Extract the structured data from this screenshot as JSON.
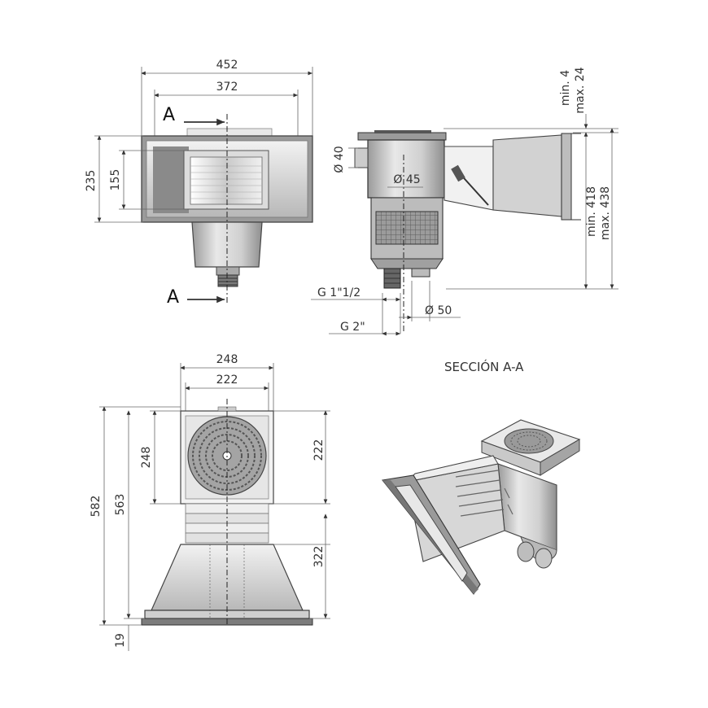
{
  "labels": {
    "top_width_outer": "452",
    "top_width_inner": "372",
    "left_height_outer": "235",
    "left_height_inner": "155",
    "section_mark_top": "A",
    "section_mark_bottom": "A",
    "side_min_top": "min. 4",
    "side_max_top": "max. 24",
    "side_min_height": "min. 418",
    "side_max_height": "max. 438",
    "diameter_40": "Ø 40",
    "diameter_45": "Ø 45",
    "thread_1_1_2": "G 1\"1/2",
    "thread_2": "G 2\"",
    "diameter_50": "Ø 50",
    "section_title": "SECCIÓN A-A",
    "plan_width_outer": "248",
    "plan_width_inner": "222",
    "plan_left_lid": "248",
    "plan_right_lid": "222",
    "plan_total_582": "582",
    "plan_total_563": "563",
    "plan_mouth": "322",
    "plan_flange": "19"
  },
  "colors": {
    "line": "#333333",
    "body_fill": "#e6e6e6",
    "body_dark": "#bdbdbd",
    "basket": "#8a8a8a"
  }
}
